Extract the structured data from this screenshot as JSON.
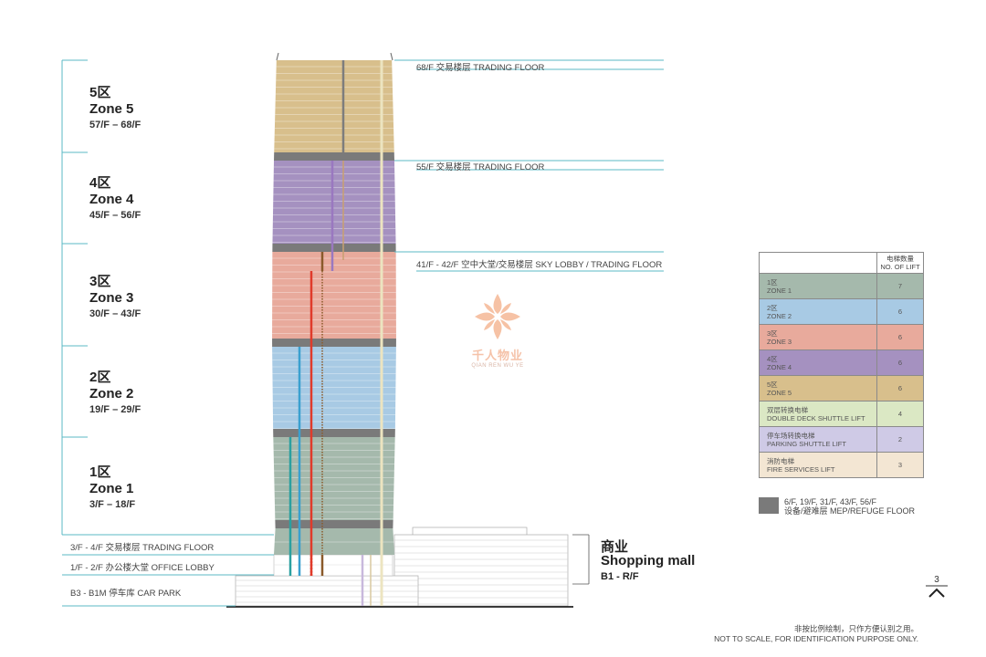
{
  "zones": [
    {
      "cn": "5区",
      "en": "Zone 5",
      "floors": "57/F – 68/F",
      "color": "#d8bf8c"
    },
    {
      "cn": "4区",
      "en": "Zone 4",
      "floors": "45/F – 56/F",
      "color": "#a591c0"
    },
    {
      "cn": "3区",
      "en": "Zone 3",
      "floors": "30/F – 43/F",
      "color": "#e8aa9c"
    },
    {
      "cn": "2区",
      "en": "Zone 2",
      "floors": "19/F – 29/F",
      "color": "#a8cae4"
    },
    {
      "cn": "1区",
      "en": "Zone 1",
      "floors": "3/F – 18/F",
      "color": "#a5b9ac"
    }
  ],
  "floor_labels": {
    "f68": "68/F 交易楼层 TRADING FLOOR",
    "f55": "55/F 交易楼层 TRADING FLOOR",
    "f41": "41/F - 42/F 空中大堂/交易楼层 SKY LOBBY / TRADING FLOOR",
    "f3": "3/F - 4/F 交易楼层 TRADING FLOOR",
    "f1": "1/F - 2/F 办公楼大堂 OFFICE LOBBY",
    "b3": "B3 - B1M 停车库 CAR PARK"
  },
  "mall": {
    "cn": "商业",
    "en": "Shopping mall",
    "floors": "B1 - R/F"
  },
  "legend": {
    "header_cn": "电梯数量",
    "header_en": "NO. OF LIFT",
    "rows": [
      {
        "cn": "1区",
        "en": "ZONE 1",
        "count": "7",
        "color": "#a5b9ac"
      },
      {
        "cn": "2区",
        "en": "ZONE 2",
        "count": "6",
        "color": "#a8cae4"
      },
      {
        "cn": "3区",
        "en": "ZONE 3",
        "count": "6",
        "color": "#e8aa9c"
      },
      {
        "cn": "4区",
        "en": "ZONE 4",
        "count": "6",
        "color": "#a591c0"
      },
      {
        "cn": "5区",
        "en": "ZONE 5",
        "count": "6",
        "color": "#d8bf8c"
      },
      {
        "cn": "双层转换电梯",
        "en": "DOUBLE DECK SHUTTLE LIFT",
        "count": "4",
        "color": "#dbe8c4"
      },
      {
        "cn": "停车场转换电梯",
        "en": "PARKING SHUTTLE LIFT",
        "count": "2",
        "color": "#cfcae6"
      },
      {
        "cn": "消防电梯",
        "en": "FIRE SERVICES LIFT",
        "count": "3",
        "color": "#f3e6d3"
      }
    ]
  },
  "refuge": {
    "line1": "6/F, 19/F, 31/F, 43/F, 56/F",
    "line2": "设备/避难层 MEP/REFUGE FLOOR",
    "color": "#7a7a7a"
  },
  "note": {
    "cn": "非按比例绘制，只作方便认别之用。",
    "en": "NOT TO SCALE, FOR IDENTIFICATION PURPOSE ONLY."
  },
  "page_number": "3",
  "watermark": {
    "cn": "千人物业",
    "en": "QIAN REN WU YE"
  }
}
